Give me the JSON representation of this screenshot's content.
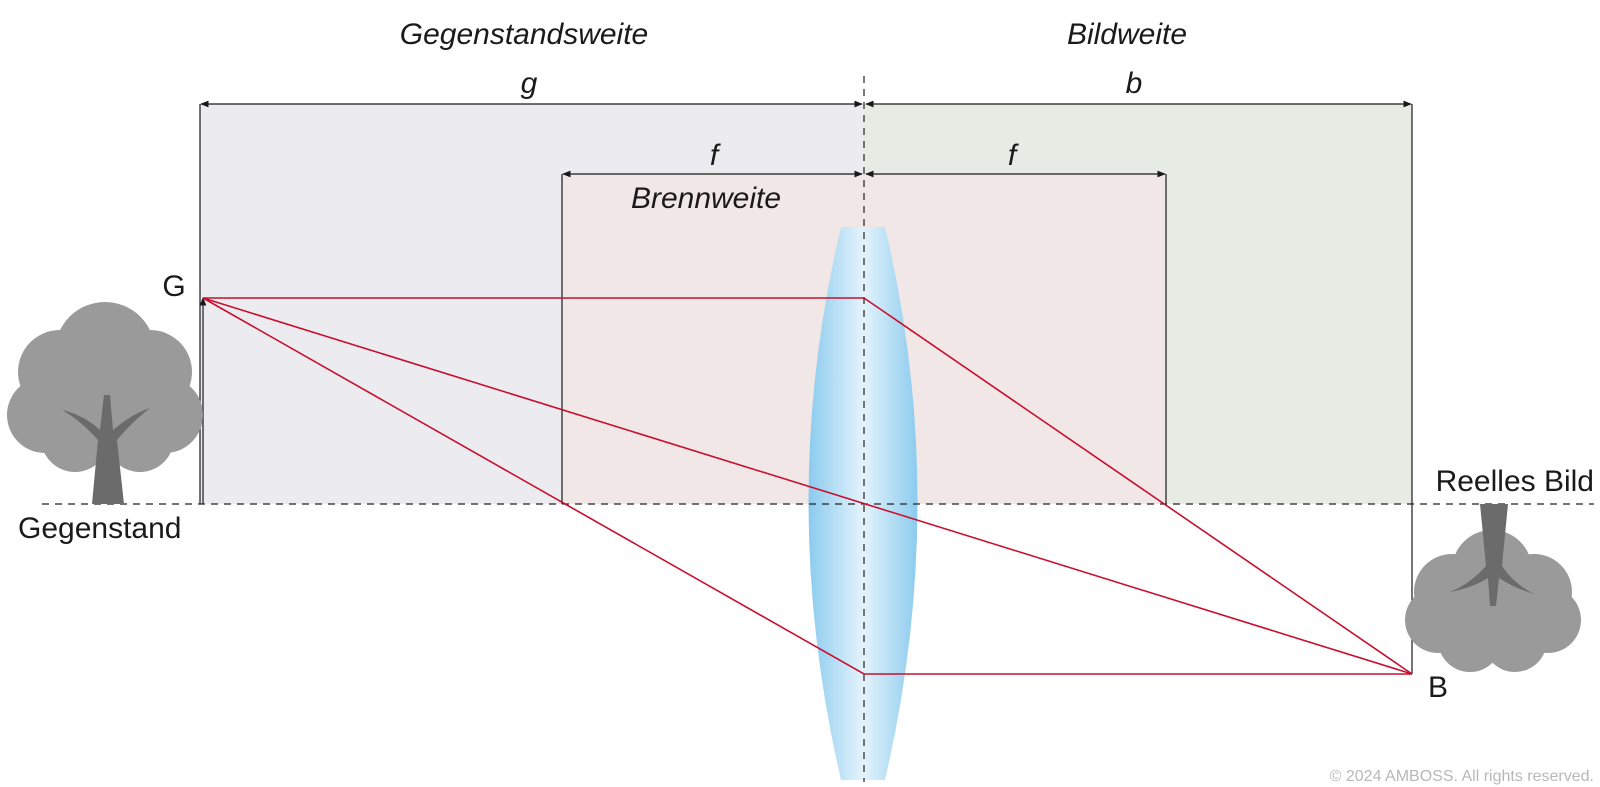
{
  "labels": {
    "object_distance_title": "Gegenstandsweite",
    "image_distance_title": "Bildweite",
    "object_distance_symbol": "g",
    "image_distance_symbol": "b",
    "focal_symbol_left": "f",
    "focal_symbol_right": "f",
    "focal_length_title": "Brennweite",
    "object_point": "G",
    "image_point": "B",
    "object_caption": "Gegenstand",
    "image_caption": "Reelles Bild",
    "copyright": "© 2024 AMBOSS. All rights reserved."
  },
  "colors": {
    "object_region": "#ebebf0",
    "image_region": "#e6ece4",
    "focal_region": "#f1e7e7",
    "rays": "#c8102e",
    "lens_edge": "#8ccbee",
    "lens_center": "#e4f3fc",
    "tree": "#9a9a9a",
    "trunk": "#6b6b6b"
  },
  "icons": {
    "object": "tree-icon",
    "image": "inverted-tree-icon",
    "lens": "convex-lens-icon"
  }
}
